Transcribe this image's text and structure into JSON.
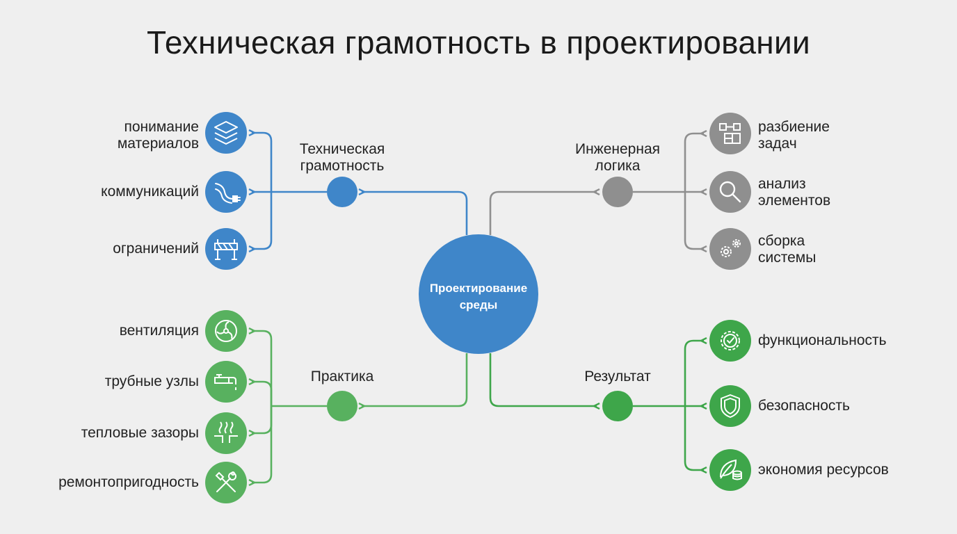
{
  "title": "Техническая грамотность в проектировании",
  "center": {
    "label": "Проектирование среды",
    "color": "#3f86c9"
  },
  "colors": {
    "blue": "#3f86c9",
    "gray": "#8f8f8f",
    "green_light": "#58b15f",
    "green_dark": "#3ea64a"
  },
  "branches": {
    "tech": {
      "label": "Техническая грамотность",
      "items": [
        {
          "label": "понимание материалов",
          "icon": "layers-icon"
        },
        {
          "label": "коммуникаций",
          "icon": "cable-plug-icon"
        },
        {
          "label": "ограничений",
          "icon": "barrier-icon"
        }
      ]
    },
    "logic": {
      "label": "Инженерная логика",
      "items": [
        {
          "label": "разбиение задач",
          "icon": "task-blocks-icon"
        },
        {
          "label": "анализ элементов",
          "icon": "magnifier-icon"
        },
        {
          "label": "сборка системы",
          "icon": "gears-icon"
        }
      ]
    },
    "practice": {
      "label": "Практика",
      "items": [
        {
          "label": "вентиляция",
          "icon": "fan-icon"
        },
        {
          "label": "трубные узлы",
          "icon": "faucet-icon"
        },
        {
          "label": "тепловые зазоры",
          "icon": "heat-gap-icon"
        },
        {
          "label": "ремонтопригодность",
          "icon": "tools-icon"
        }
      ]
    },
    "result": {
      "label": "Результат",
      "items": [
        {
          "label": "функциональность",
          "icon": "gear-check-icon"
        },
        {
          "label": "безопасность",
          "icon": "shield-icon"
        },
        {
          "label": "экономия ресурсов",
          "icon": "leaf-coins-icon"
        }
      ]
    }
  }
}
